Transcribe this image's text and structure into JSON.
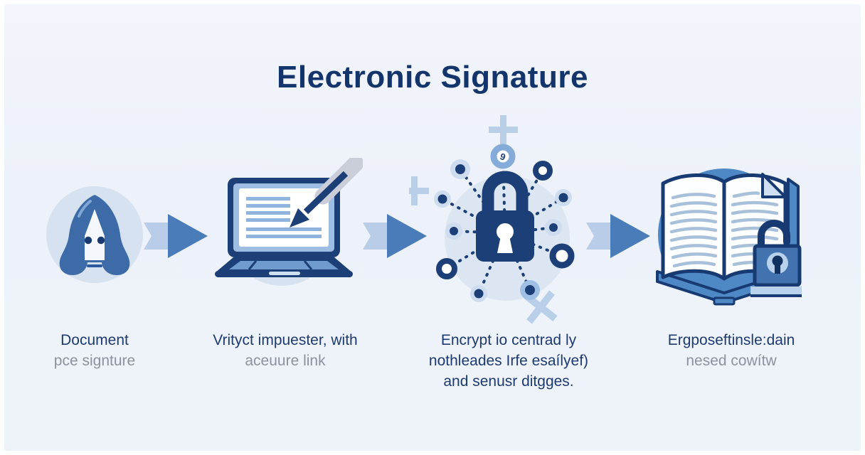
{
  "title": "Electronic Signature",
  "colors": {
    "background": "#eef2f9",
    "title_navy": "#14356b",
    "caption_navy": "#1e3b70",
    "caption_gray": "#8c929c",
    "icon_navy": "#1d3f77",
    "icon_medium_blue": "#3c6ba8",
    "icon_light_blue": "#d6e2f0",
    "arrow_blue": "#4b7cba",
    "arrow_tail_blue": "#b9cde8",
    "book_circle_blue": "#4e88c5"
  },
  "steps": [
    {
      "id": "document",
      "icon": "pen-nib-icon",
      "caption_lines": [
        "Document",
        "pce signture"
      ]
    },
    {
      "id": "sign-on-laptop",
      "icon": "laptop-signature-icon",
      "caption_lines": [
        "Vrityct impuester, with",
        "aceuure link"
      ]
    },
    {
      "id": "encrypt",
      "icon": "padlock-network-icon",
      "caption_lines": [
        "Encrypt io centrad ly",
        "nothleades Irfe esaílyef)",
        "and senusr ditgges."
      ]
    },
    {
      "id": "secure-record",
      "icon": "book-lock-icon",
      "caption_lines": [
        "Ergposeftinsle:dain",
        "nesed cowítw"
      ]
    }
  ]
}
